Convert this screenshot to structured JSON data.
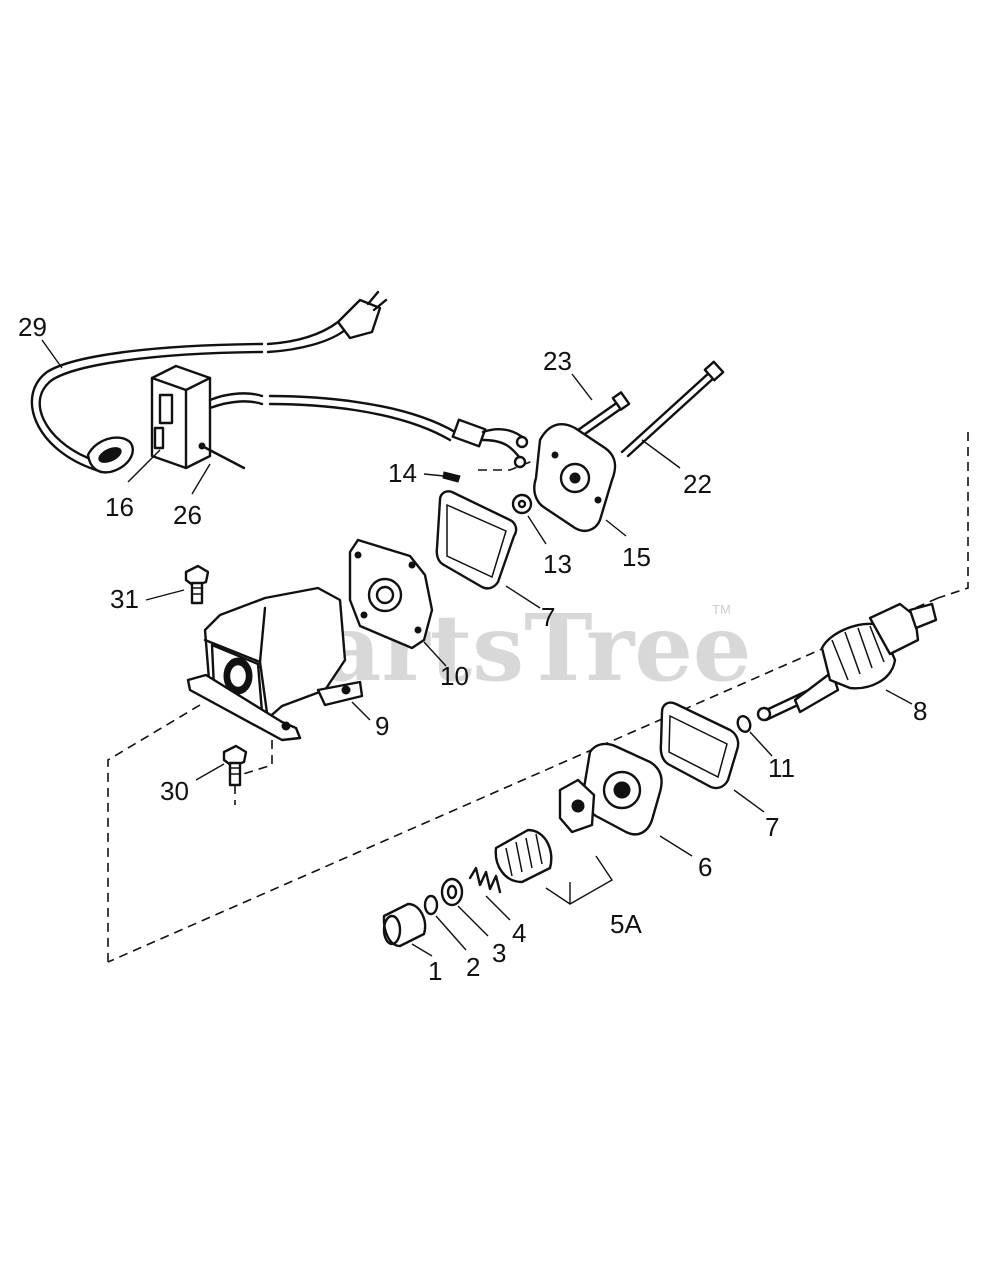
{
  "watermark": {
    "text": "PartsTree",
    "trademark": "TM"
  },
  "callouts": {
    "c29": "29",
    "c16": "16",
    "c26": "26",
    "c23": "23",
    "c14": "14",
    "c22": "22",
    "c13": "13",
    "c15": "15",
    "c31": "31",
    "c7a": "7",
    "c10": "10",
    "c9": "9",
    "c8": "8",
    "c11": "11",
    "c30": "30",
    "c7b": "7",
    "c6": "6",
    "c5a": "5A",
    "c4": "4",
    "c3": "3",
    "c2": "2",
    "c1": "1"
  },
  "icons": [
    "power-cord",
    "switch-box",
    "end-cap",
    "motor-housing",
    "armature",
    "pinion-drive"
  ]
}
